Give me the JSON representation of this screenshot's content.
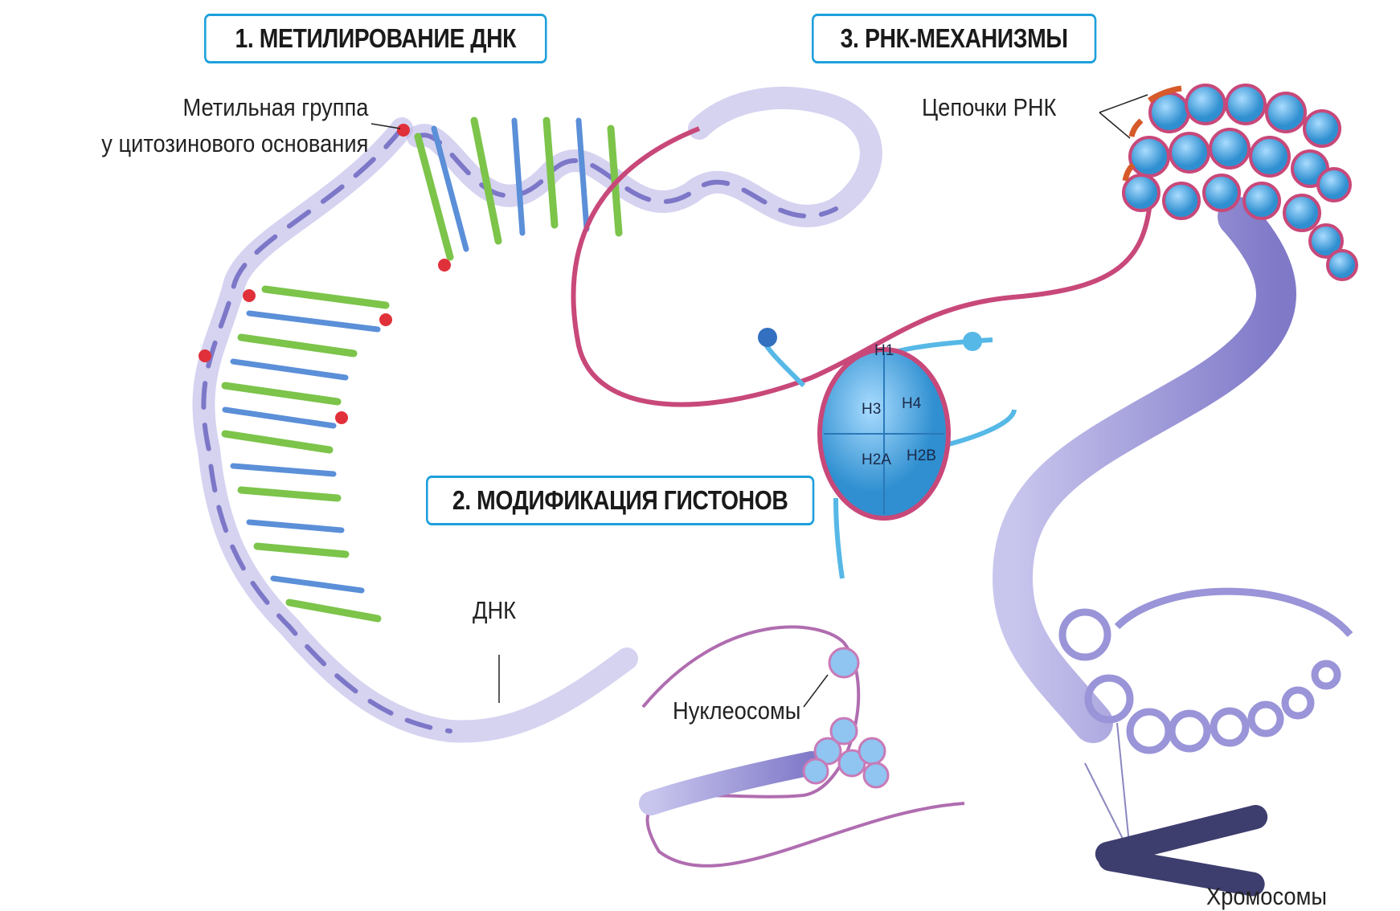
{
  "headings": {
    "methylation": "1. МЕТИЛИРОВАНИЕ ДНК",
    "histones": "2. МОДИФИКАЦИЯ ГИСТОНОВ",
    "rna": "3. РНК-МЕХАНИЗМЫ"
  },
  "labels": {
    "methyl_line1": "Метильная группа",
    "methyl_line2": "у цитозинового основания",
    "rna_chains": "Цепочки РНК",
    "dna": "ДНК",
    "nucleosomes": "Нуклеосомы",
    "chromosomes": "Хромосомы"
  },
  "histones": [
    "H1",
    "H3",
    "H4",
    "H2A",
    "H2B"
  ],
  "colors": {
    "accent": "#1ea0dc",
    "dna_strand": "#9b96d6",
    "base_green": "#7cc44a",
    "base_blue": "#5b8fd8",
    "methyl": "#e0303a",
    "histone": "#4fb0e6",
    "linker": "#c8487a",
    "chromosome": "#3a3a6a"
  }
}
